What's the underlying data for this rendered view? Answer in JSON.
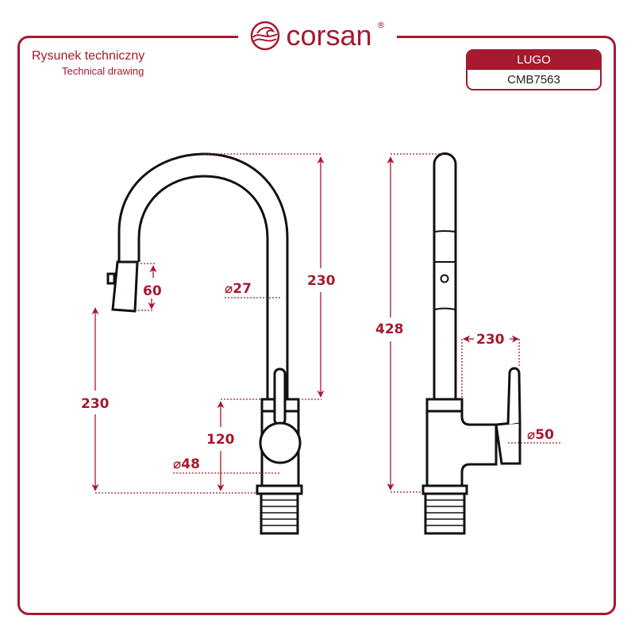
{
  "brand": {
    "name": "corsan",
    "registered": "®",
    "color": "#a6192e"
  },
  "header": {
    "title_pl": "Rysunek techniczny",
    "title_en": "Technical drawing"
  },
  "model": {
    "name": "LUGO",
    "code": "CMB7563"
  },
  "dimensions": {
    "front": {
      "spout_head": "60",
      "spout_height": "230",
      "spout_diameter": "⌀27",
      "body_height": "120",
      "body_diameter": "⌀48",
      "outlet_height": "230"
    },
    "side": {
      "total_height": "428",
      "reach": "230",
      "handle_diameter": "⌀50"
    }
  }
}
